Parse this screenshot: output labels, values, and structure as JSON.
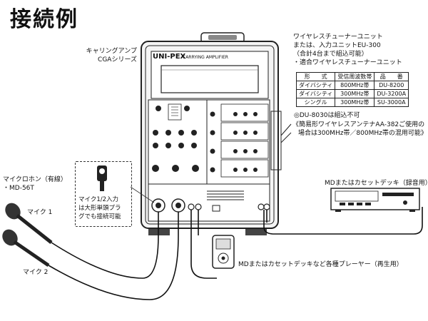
{
  "title": "接続例",
  "amplifier": {
    "label_line1": "キャリングアンプ",
    "label_line2": "CGAシリーズ",
    "brand": "UNI-PEX",
    "model_text": "CARRYING AMPLIFIER"
  },
  "wireless": {
    "heading_line1": "ワイヤレスチューナーユニット",
    "heading_line2": "または、入力ユニットEU-300",
    "heading_line3": "（合計4台まで組込可能）",
    "heading_line4": "・適合ワイヤレスチューナーユニット",
    "table": {
      "headers": [
        "形　　式",
        "受信周波数帯",
        "品　　番"
      ],
      "rows": [
        [
          "ダイバシティ",
          "800MHz帯",
          "DU-8200"
        ],
        [
          "ダイバシティ",
          "300MHz帯",
          "DU-3200A"
        ],
        [
          "シングル",
          "300MHz帯",
          "SU-3000A"
        ]
      ]
    },
    "note1": "◎DU-8030は組込不可",
    "note2_line1": "《簡易形ワイヤレスアンテナAA-382ご使用の",
    "note2_line2": "場合は300MHz帯／800MHz帯の混用可能》"
  },
  "microphones": {
    "label_line1": "マイクロホン（有線）",
    "label_line2": "・MD-56T",
    "mic1": "マイク 1",
    "mic2": "マイク 2"
  },
  "callout": {
    "line1": "マイク1/2入力",
    "line2": "は大形単頭プラ",
    "line3": "グでも接続可能"
  },
  "recorder": {
    "label": "MDまたはカセットデッキ（録音用）"
  },
  "player": {
    "label": "MDまたはカセットデッキなど各種プレーヤー（再生用）"
  }
}
